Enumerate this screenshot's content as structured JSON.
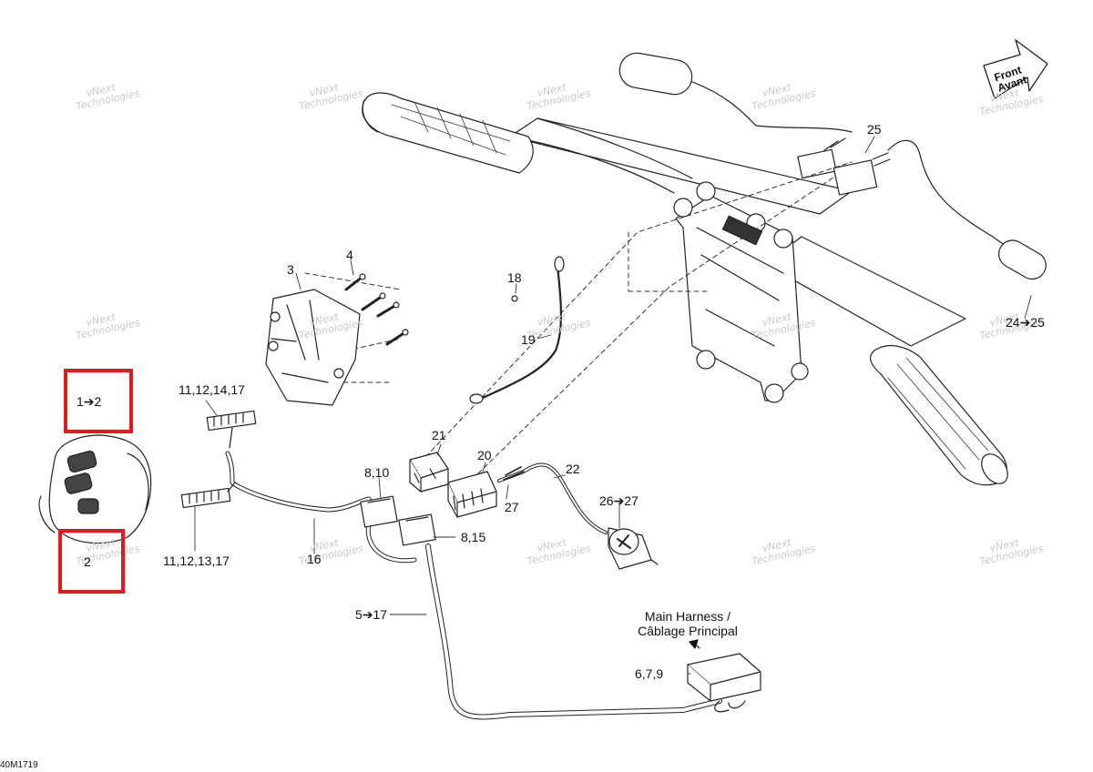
{
  "diagram": {
    "code": "40M1719",
    "front": {
      "line1": "Front",
      "line2": "Avant"
    },
    "watermark": {
      "line1": "vNext",
      "line2": "Technologies"
    },
    "main_harness": {
      "line1": "Main Harness /",
      "line2": "Câblage Principal"
    },
    "callouts": {
      "c1to2": "1➔2",
      "c2": "2",
      "c3": "3",
      "c4": "4",
      "c5to17": "5➔17",
      "c679": "6,7,9",
      "c810": "8,10",
      "c815": "8,15",
      "c11121417": "11,12,14,17",
      "c11121317": "11,12,13,17",
      "c16": "16",
      "c18": "18",
      "c19": "19",
      "c20": "20",
      "c21": "21",
      "c22": "22",
      "c24to25": "24➔25",
      "c25": "25",
      "c26to27": "26➔27",
      "c27": "27"
    },
    "highlight_color": "#e0191b"
  }
}
